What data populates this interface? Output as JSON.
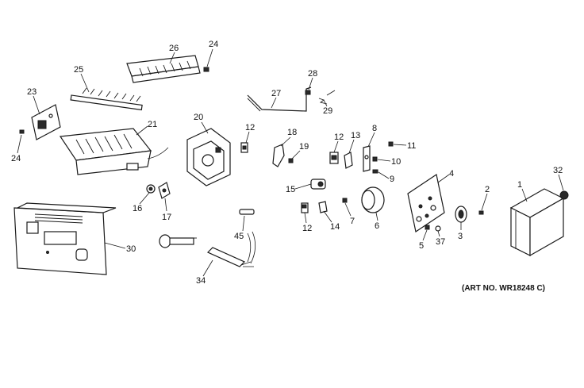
{
  "art_number": "(ART NO. WR18248 C)",
  "callouts": {
    "c1": "1",
    "c2": "2",
    "c3": "3",
    "c4": "4",
    "c5": "5",
    "c6": "6",
    "c7": "7",
    "c8": "8",
    "c9": "9",
    "c10": "10",
    "c11": "11",
    "c12a": "12",
    "c12b": "12",
    "c12c": "12",
    "c13": "13",
    "c14": "14",
    "c15": "15",
    "c16": "16",
    "c17": "17",
    "c18": "18",
    "c19": "19",
    "c20": "20",
    "c21": "21",
    "c23": "23",
    "c24a": "24",
    "c24b": "24",
    "c25": "25",
    "c26": "26",
    "c27": "27",
    "c28": "28",
    "c29": "29",
    "c30": "30",
    "c32": "32",
    "c34": "34",
    "c37": "37",
    "c45": "45"
  }
}
